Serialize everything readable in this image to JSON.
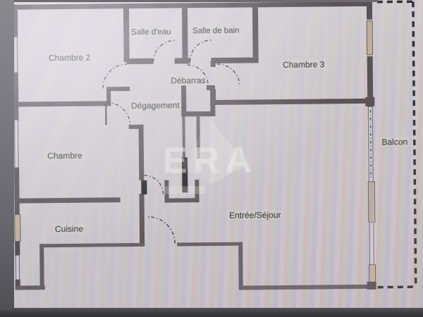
{
  "floor_plan": {
    "watermark": "ERA",
    "rooms": [
      {
        "id": "chambre-2",
        "label": "Chambre 2"
      },
      {
        "id": "salle-d-eau",
        "label": "Salle d'eau"
      },
      {
        "id": "salle-de-bain",
        "label": "Salle de bain"
      },
      {
        "id": "chambre-3",
        "label": "Chambre 3"
      },
      {
        "id": "debarras",
        "label": "Débarras"
      },
      {
        "id": "degagement",
        "label": "Dégagement"
      },
      {
        "id": "chambre",
        "label": "Chambre"
      },
      {
        "id": "cuisine",
        "label": "Cuisine"
      },
      {
        "id": "entree-sejour",
        "label": "Entrée/Séjour"
      },
      {
        "id": "balcon",
        "label": "Balcon"
      }
    ],
    "colors": {
      "wall": "#4a4449",
      "page": "#cdc9d0",
      "window_fill": "#b9ab97",
      "door_leaf": "#121212",
      "label_text": "#323c33",
      "balcony_dash": "#1e1e20"
    }
  }
}
